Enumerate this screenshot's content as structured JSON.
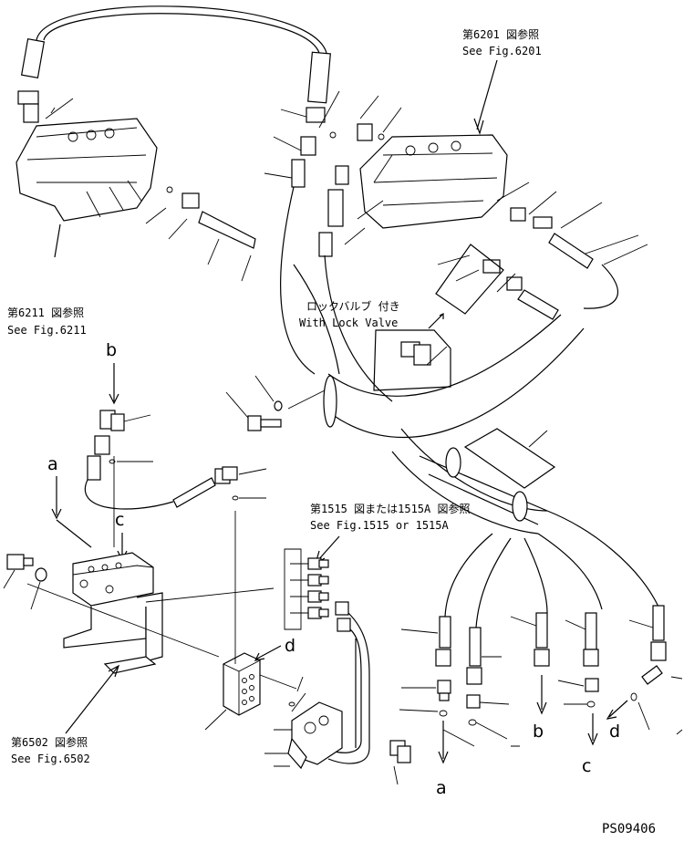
{
  "references": {
    "fig6201_jp": "第6201 図参照",
    "fig6201_en": "See Fig.6201",
    "fig6211_jp": "第6211 図参照",
    "fig6211_en": "See Fig.6211",
    "lockvalve_jp": "ロックバルブ 付き",
    "lockvalve_en": "With Lock Valve",
    "fig1515_jp": "第1515 図または1515A 図参照",
    "fig1515_en": "See Fig.1515 or 1515A",
    "fig6502_jp": "第6502 図参照",
    "fig6502_en": "See Fig.6502"
  },
  "labels": {
    "a": "a",
    "b": "b",
    "c": "c",
    "d": "d"
  },
  "figure_code": "PS09406"
}
